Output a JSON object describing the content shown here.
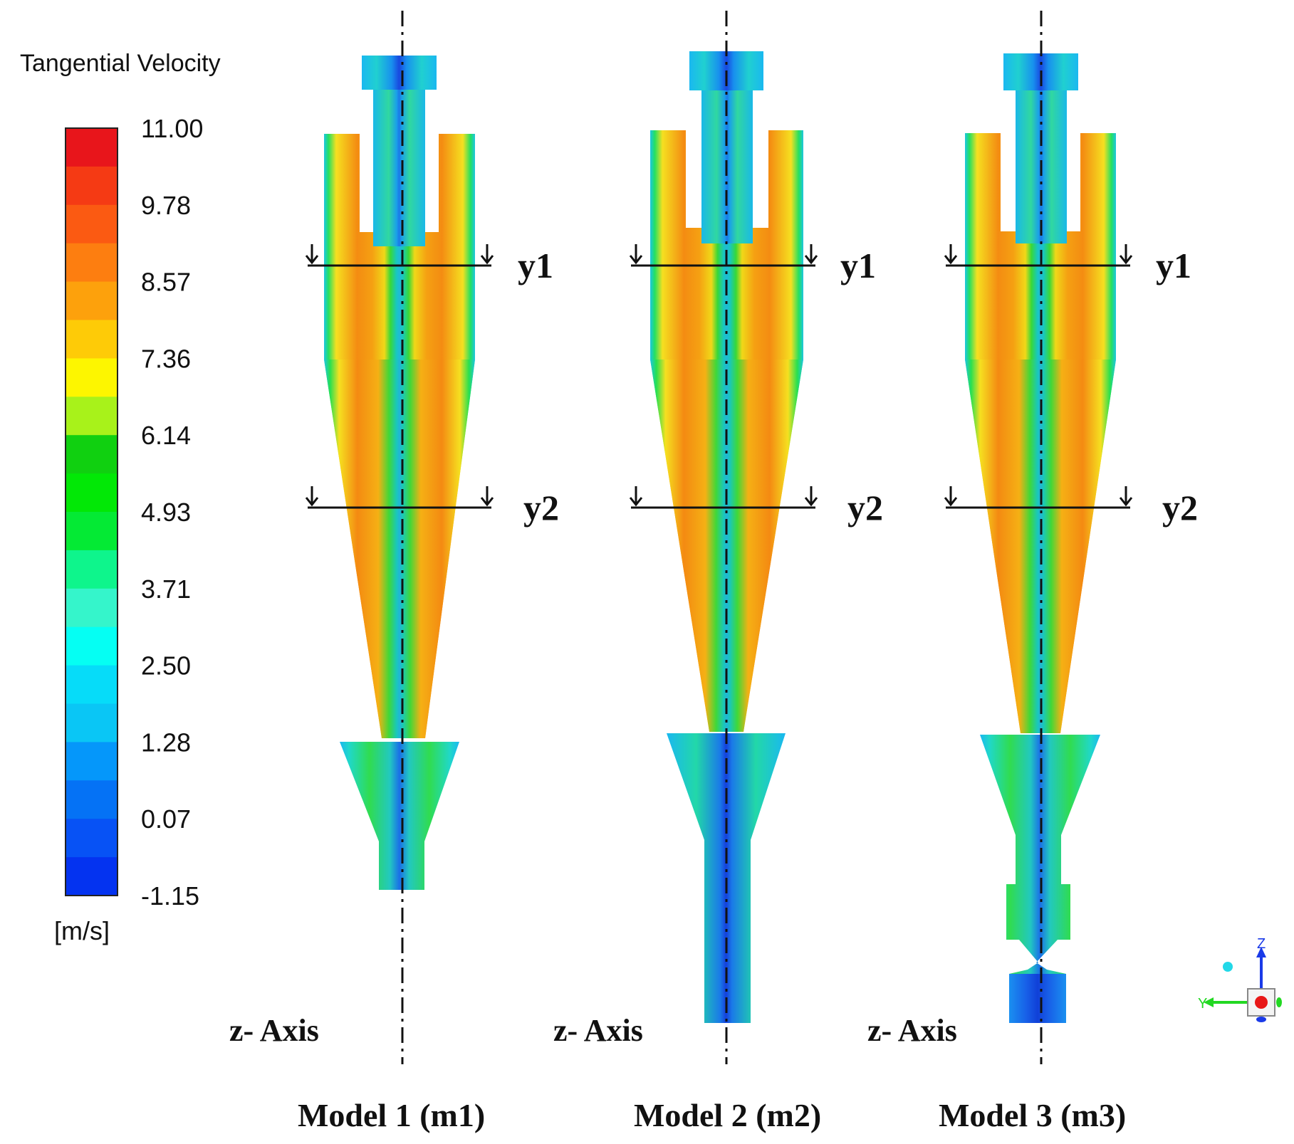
{
  "legend": {
    "title": "Tangential Velocity",
    "unit": "[m/s]",
    "ticks": [
      "11.00",
      "9.78",
      "8.57",
      "7.36",
      "6.14",
      "4.93",
      "3.71",
      "2.50",
      "1.28",
      "0.07",
      "-1.15"
    ],
    "bands": [
      "#e8151b",
      "#f53a14",
      "#fb5a12",
      "#fd7e10",
      "#fda10c",
      "#fecb07",
      "#fdf600",
      "#a8f21a",
      "#10d010",
      "#02e806",
      "#04ea34",
      "#0ef58c",
      "#35f5cb",
      "#05fff3",
      "#06dcf9",
      "#0ac6f5",
      "#0597fa",
      "#0572f5",
      "#0752f5",
      "#0433f0"
    ]
  },
  "sections": {
    "y1": "y1",
    "y2": "y2"
  },
  "models": [
    {
      "label": "Model 1 (m1)",
      "axis_label": "z- Axis"
    },
    {
      "label": "Model 2 (m2)",
      "axis_label": "z- Axis"
    },
    {
      "label": "Model 3 (m3)",
      "axis_label": "z- Axis"
    }
  ],
  "triad": {
    "z": "Z",
    "y": "Y"
  },
  "colors": {
    "wall": "#18a8e8",
    "core": "#1ec8a0",
    "high": "#f28a10",
    "low": "#1a46e0",
    "mid": "#18d030"
  }
}
